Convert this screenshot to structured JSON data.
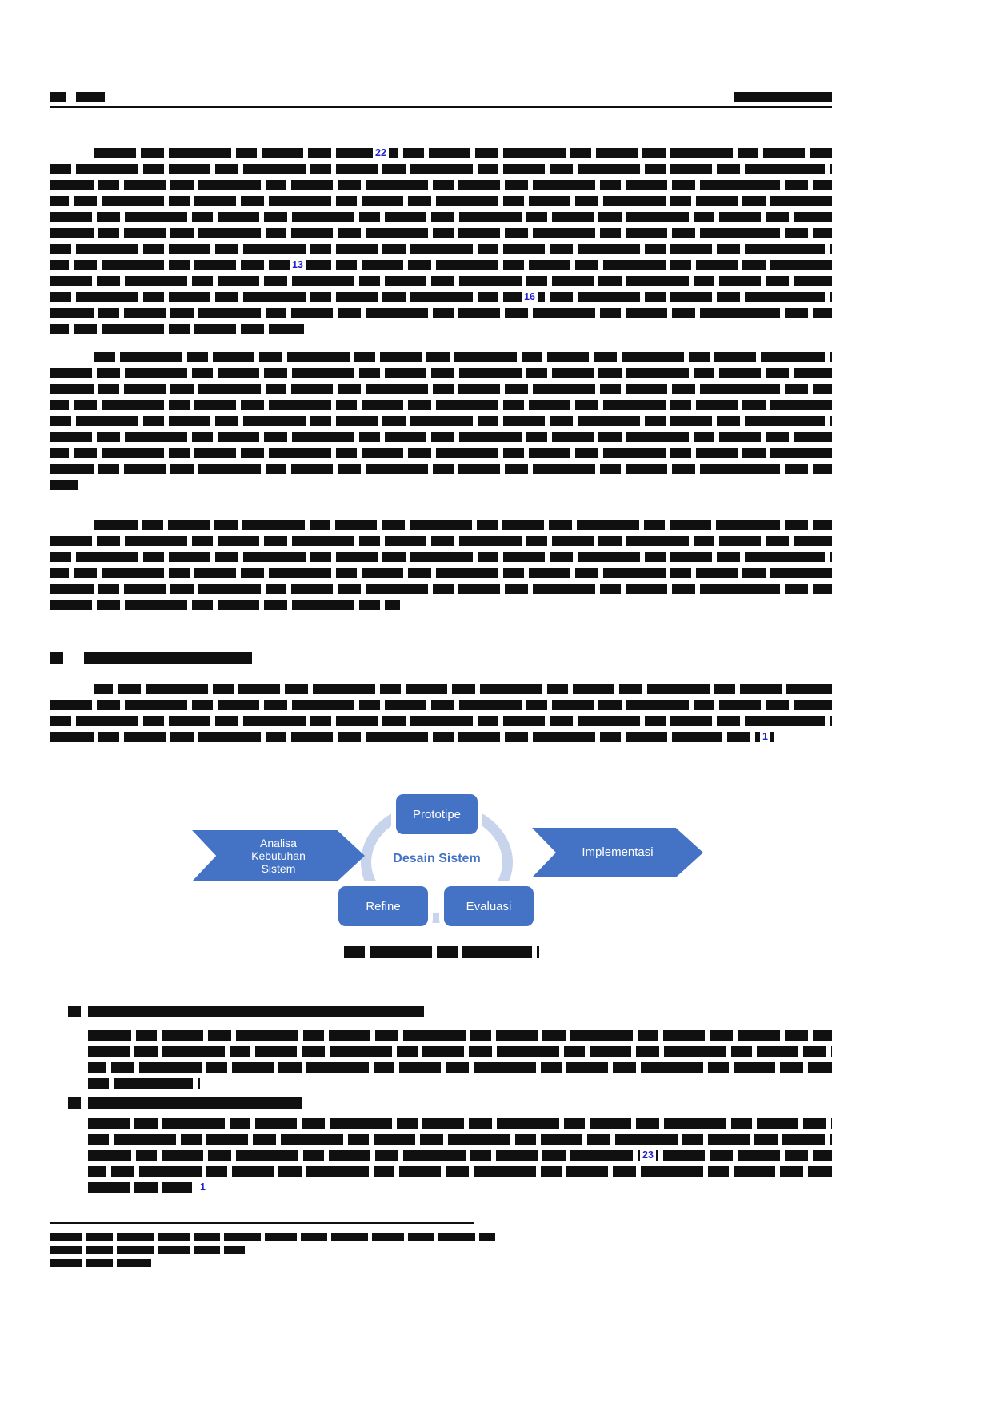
{
  "figure": {
    "prototype_label": "Prototipe",
    "center_label": "Desain Sistem",
    "refine_label": "Refine",
    "evaluate_label": "Evaluasi",
    "left_arrow_label": "Analisa\nKebutuhan\nSistem",
    "right_arrow_label": "Implementasi"
  },
  "citations": {
    "p1_a": "22",
    "p1_b": "13",
    "p1_c": "16",
    "p4_a": "1",
    "li2_a": "23",
    "li2_b": "1"
  },
  "colors": {
    "diagram_blue": "#4472C4",
    "ring_blue": "#C7D4EC",
    "citation_blue": "#2222CC",
    "ink": "#101010"
  }
}
